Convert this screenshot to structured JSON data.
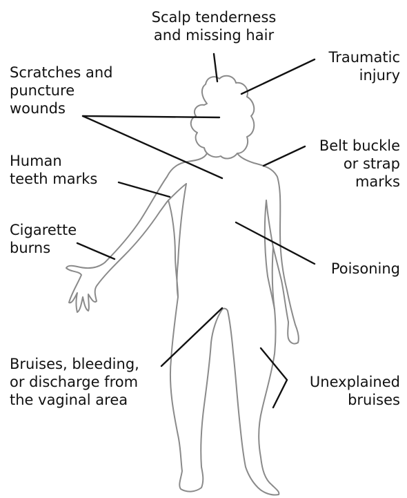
{
  "labels": {
    "scalp": [
      "Scalp tenderness",
      "and missing hair"
    ],
    "traumatic": [
      "Traumatic",
      "injury"
    ],
    "scratches": [
      "Scratches and",
      "puncture",
      "wounds"
    ],
    "belt": [
      "Belt buckle",
      "or strap",
      "marks"
    ],
    "teeth": [
      "Human",
      "teeth marks"
    ],
    "cigarette": [
      "Cigarette",
      "burns"
    ],
    "poisoning": [
      "Poisoning"
    ],
    "bruises_vaginal": [
      "Bruises, bleeding,",
      "or discharge from",
      "the vaginal area"
    ],
    "unexplained": [
      "Unexplained",
      "bruises"
    ]
  },
  "colors": {
    "outline": "#8a8a8a",
    "leader": "#111111",
    "text": "#111111"
  }
}
